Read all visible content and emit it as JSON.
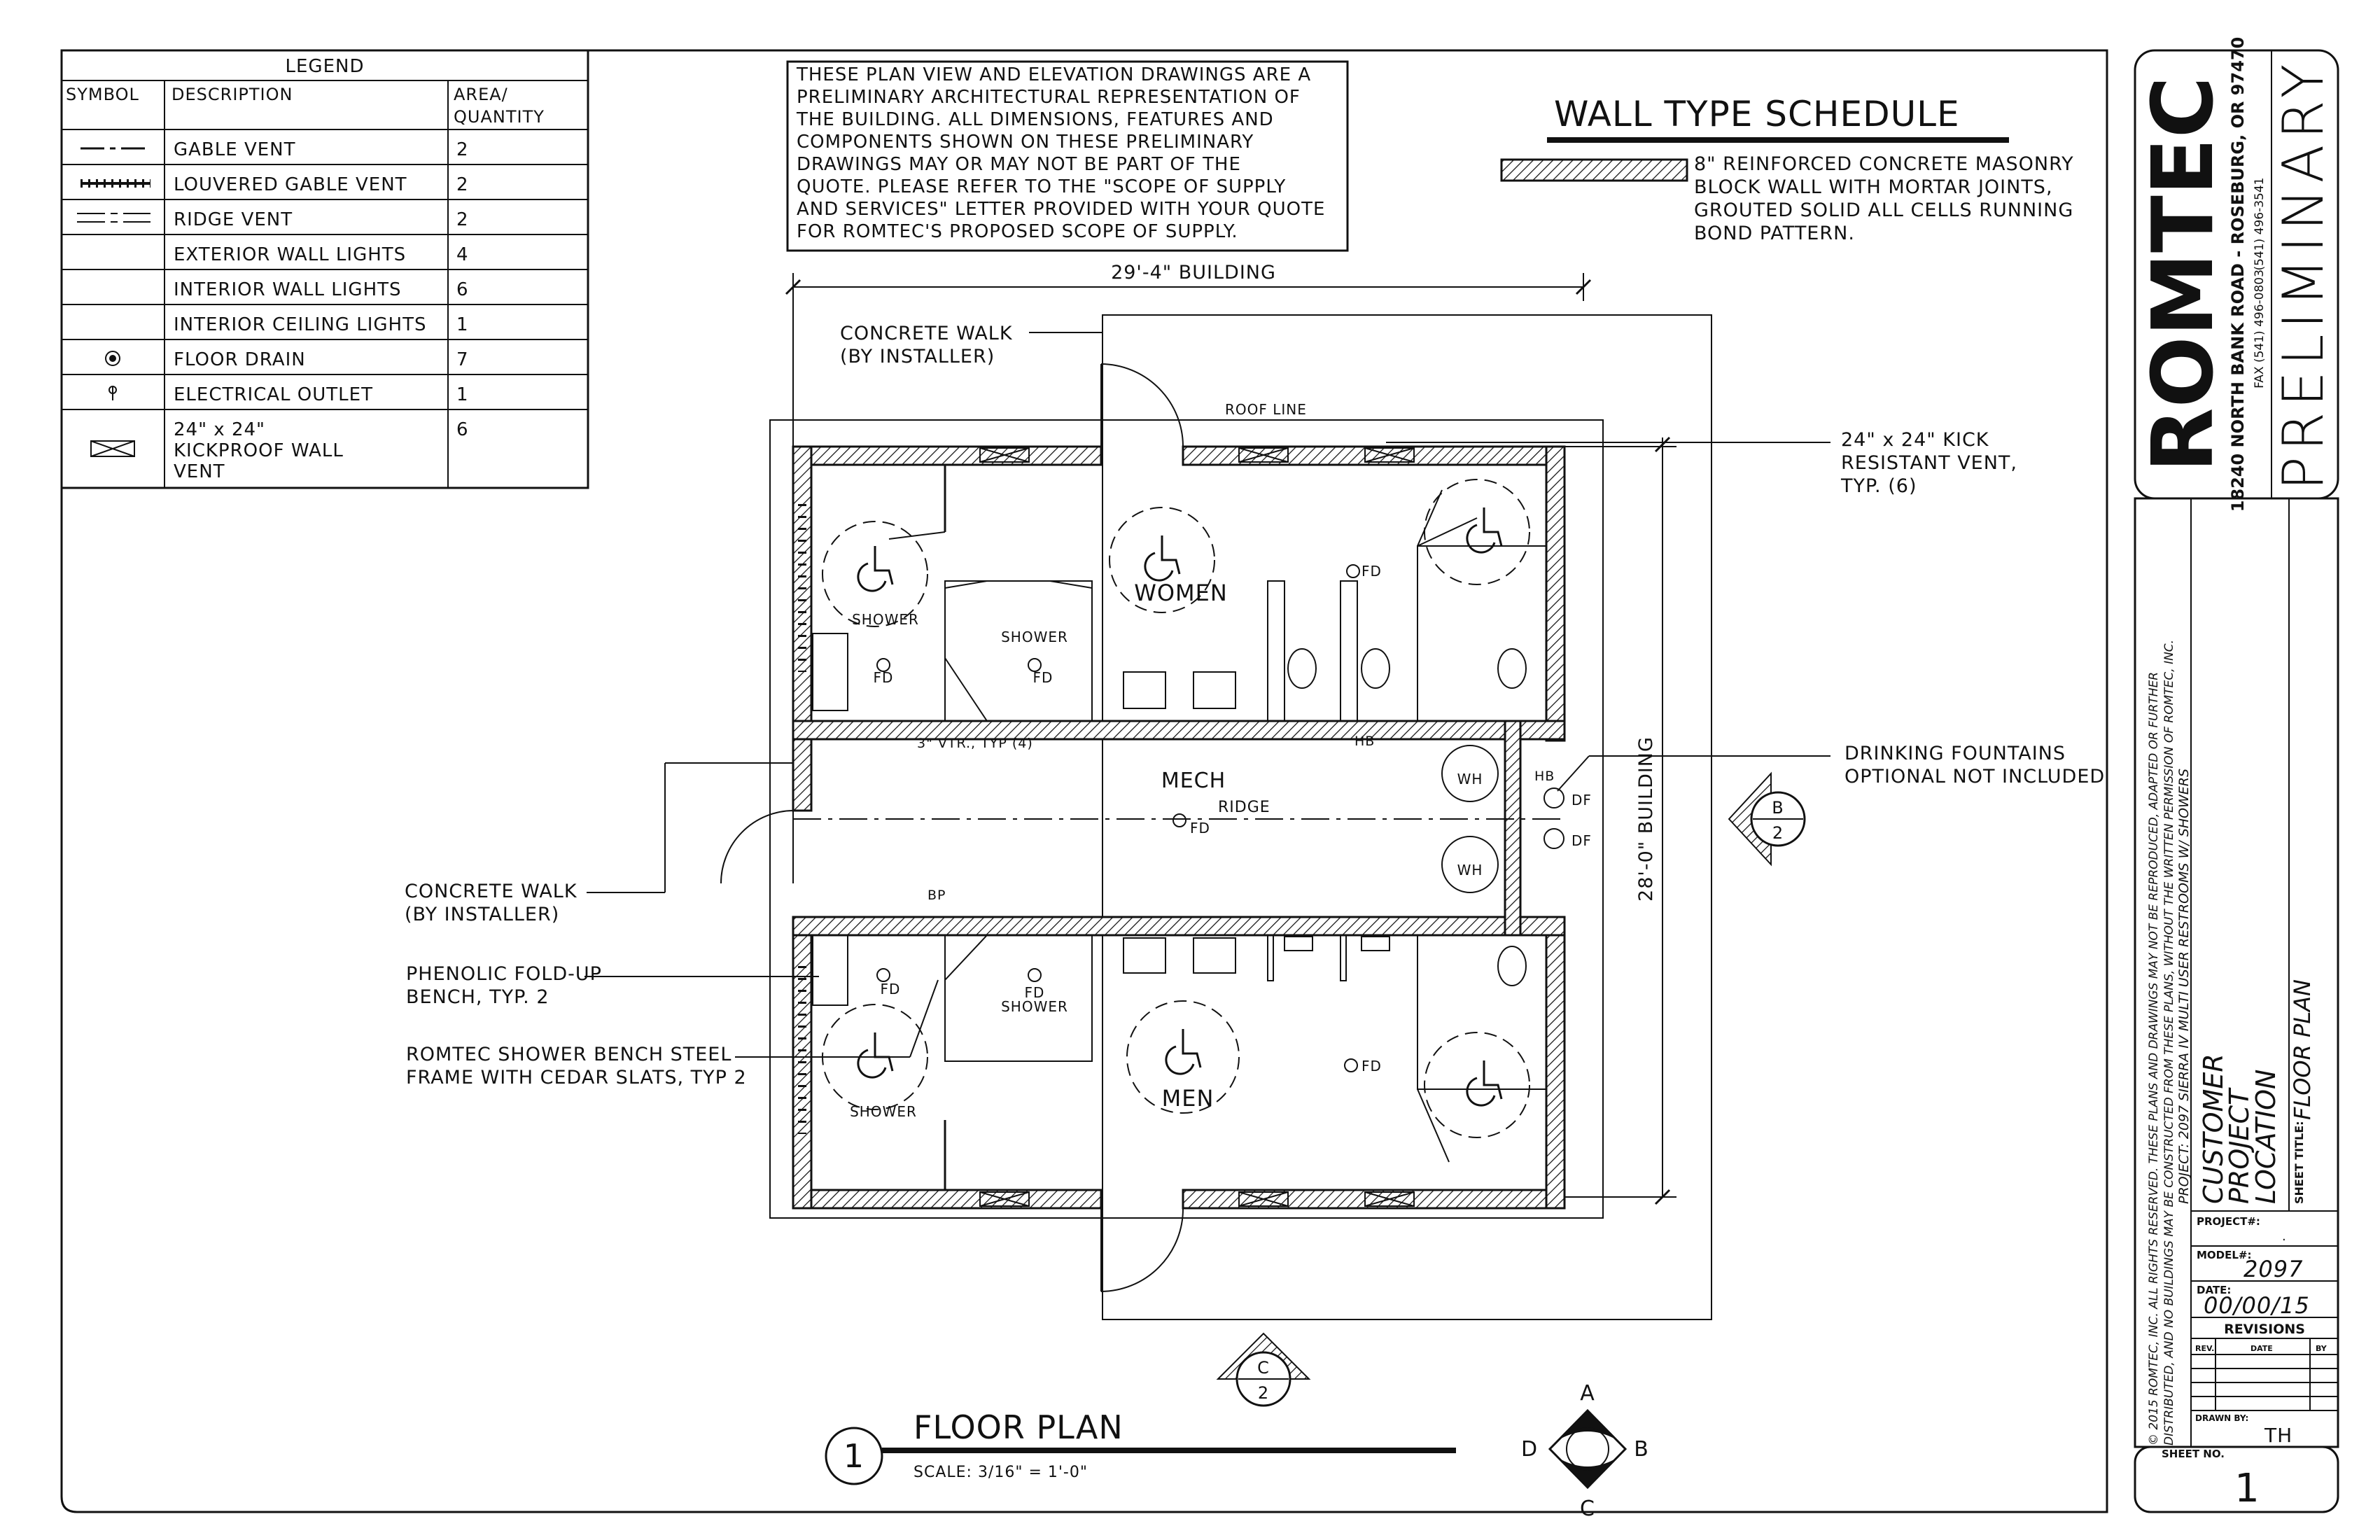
{
  "legend": {
    "title": "LEGEND",
    "col_symbol": "SYMBOL",
    "col_description": "DESCRIPTION",
    "col_area_1": "AREA/",
    "col_area_2": "QUANTITY",
    "rows": [
      {
        "symbol": "gable-vent-symbol",
        "description": "GABLE VENT",
        "qty": "2"
      },
      {
        "symbol": "louvered-gable-vent-symbol",
        "description": "LOUVERED GABLE VENT",
        "qty": "2"
      },
      {
        "symbol": "ridge-vent-symbol",
        "description": "RIDGE VENT",
        "qty": "2"
      },
      {
        "symbol": "",
        "description": "EXTERIOR WALL LIGHTS",
        "qty": "4"
      },
      {
        "symbol": "",
        "description": "INTERIOR WALL LIGHTS",
        "qty": "6"
      },
      {
        "symbol": "",
        "description": "INTERIOR CEILING LIGHTS",
        "qty": "1"
      },
      {
        "symbol": "floor-drain-symbol",
        "description": "FLOOR DRAIN",
        "qty": "7"
      },
      {
        "symbol": "electrical-outlet-symbol",
        "description": "ELECTRICAL OUTLET",
        "qty": "1"
      }
    ],
    "last_row": {
      "line1": "24\" x 24\"",
      "line2": "KICKPROOF WALL",
      "line3": "VENT",
      "qty": "6"
    }
  },
  "disclaimer": [
    "THESE PLAN VIEW AND ELEVATION DRAWINGS ARE A",
    "PRELIMINARY ARCHITECTURAL REPRESENTATION OF",
    "THE BUILDING. ALL DIMENSIONS, FEATURES AND",
    "COMPONENTS SHOWN ON THESE PRELIMINARY",
    "DRAWINGS MAY OR MAY NOT BE PART OF THE",
    "QUOTE. PLEASE REFER TO THE \"SCOPE OF SUPPLY",
    "AND SERVICES\" LETTER PROVIDED WITH YOUR QUOTE",
    "FOR ROMTEC'S PROPOSED SCOPE OF SUPPLY."
  ],
  "wall_schedule": {
    "title": "WALL TYPE SCHEDULE",
    "lines": [
      "8\" REINFORCED CONCRETE MASONRY",
      "BLOCK WALL WITH MORTAR JOINTS,",
      "GROUTED SOLID ALL CELLS RUNNING",
      "BOND PATTERN."
    ]
  },
  "plan": {
    "dim_width": "29'-4\" BUILDING",
    "dim_depth": "28'-0\" BUILDING",
    "roof_line": "ROOF LINE",
    "women": "WOMEN",
    "men": "MEN",
    "mech": "MECH",
    "ridge": "RIDGE",
    "shower": "SHOWER",
    "fd": "FD",
    "vtr": "3\" VTR., TYP (4)",
    "hb": "HB",
    "bp": "BP",
    "wh": "WH",
    "df": "DF",
    "notes": {
      "walk_top_1": "CONCRETE WALK",
      "walk_top_2": "(BY INSTALLER)",
      "vent_1": "24\" x 24\" KICK",
      "vent_2": "RESISTANT VENT,",
      "vent_3": "TYP. (6)",
      "fountain_1": "DRINKING FOUNTAINS",
      "fountain_2": "OPTIONAL NOT INCLUDED",
      "walk_left_1": "CONCRETE WALK",
      "walk_left_2": "(BY INSTALLER)",
      "bench_1": "PHENOLIC FOLD-UP",
      "bench_2": "BENCH, TYP. 2",
      "frame_1": "ROMTEC SHOWER BENCH STEEL",
      "frame_2": "FRAME WITH CEDAR SLATS, TYP 2"
    },
    "section_b": {
      "letter": "B",
      "num": "2"
    },
    "section_c": {
      "letter": "C",
      "num": "2"
    }
  },
  "title_block_drawing": {
    "number": "1",
    "title": "FLOOR PLAN",
    "scale": "SCALE: 3/16\" = 1'-0\""
  },
  "compass": {
    "a": "A",
    "b": "B",
    "c": "C",
    "d": "D"
  },
  "company": {
    "name": "ROMTEC",
    "address": "18240 NORTH BANK ROAD - ROSEBURG, OR 97470",
    "phone": "(541) 496-3541",
    "fax": "FAX (541) 496-0803",
    "stamp": "PRELIMINARY"
  },
  "sidebar": {
    "copyright_1": "© 2015 ROMTEC, INC. ALL RIGHTS RESERVED. THESE PLANS AND DRAWINGS MAY NOT BE REPRODUCED, ADAPTED OR FURTHER",
    "copyright_2": "DISTRIBUTED, AND NO BUILDINGS MAY BE CONSTRUCTED FROM THESE PLANS, WITHOUT THE WRITTEN PERMISSION OF ROMTEC, INC.",
    "project_line": "PROJECT: 2097 SIERRA IV MULTI USER RESTROOMS W/ SHOWERS",
    "customer": "CUSTOMER",
    "project": "PROJECT",
    "location": "LOCATION",
    "sheet_title_label": "SHEET TITLE:",
    "sheet_title": "FLOOR PLAN",
    "project_no_label": "PROJECT#:",
    "project_no": ".",
    "model_label": "MODEL#:",
    "model": "2097",
    "date_label": "DATE:",
    "date": "00/00/15",
    "revisions": "REVISIONS",
    "rev": "REV.",
    "rev_date": "DATE",
    "rev_by": "BY",
    "drawn_by_label": "DRAWN BY:",
    "drawn_by": "TH",
    "sheet_no_label": "SHEET NO.",
    "sheet_no": "1"
  }
}
